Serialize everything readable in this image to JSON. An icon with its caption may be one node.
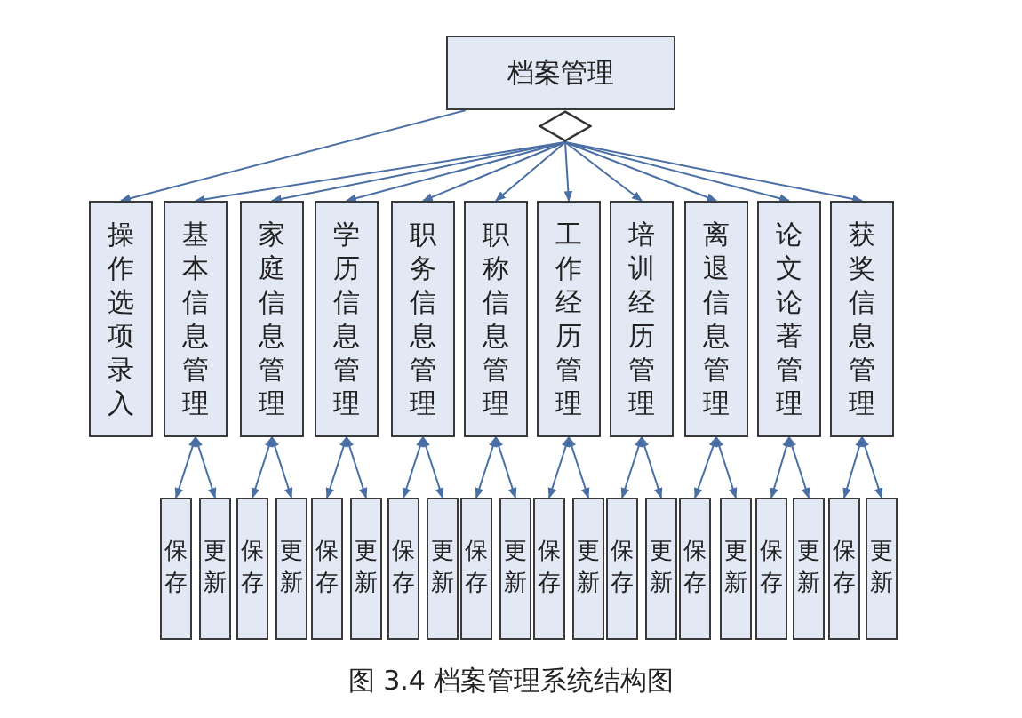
{
  "diagram": {
    "caption": "图 3.4 档案管理系统结构图",
    "nodes": [
      {
        "text": [
          "档案管理"
        ]
      },
      {
        "text": [],
        "shape": "diamond"
      },
      {
        "text": [
          "操作选项录入"
        ]
      },
      {
        "text": [
          "基本信息管理"
        ]
      },
      {
        "text": [
          "家庭信息管理"
        ]
      },
      {
        "text": [
          "学历信息管理"
        ]
      },
      {
        "text": [
          "职务信息管理"
        ]
      },
      {
        "text": [
          "职称信息管理"
        ]
      },
      {
        "text": [
          "工作经历管理"
        ]
      },
      {
        "text": [
          "培训经历管理"
        ]
      },
      {
        "text": [
          "离退信息管理"
        ]
      },
      {
        "text": [
          "论文论著管理"
        ]
      },
      {
        "text": [
          "获奖信息管理"
        ]
      },
      {
        "text": [
          "保存"
        ]
      },
      {
        "text": [
          "更新"
        ]
      },
      {
        "text": [
          "保存"
        ]
      },
      {
        "text": [
          "更新"
        ]
      },
      {
        "text": [
          "保存"
        ]
      },
      {
        "text": [
          "更新"
        ]
      },
      {
        "text": [
          "保存"
        ]
      },
      {
        "text": [
          "更新"
        ]
      },
      {
        "text": [
          "保存"
        ]
      },
      {
        "text": [
          "更新"
        ]
      },
      {
        "text": [
          "保存"
        ]
      },
      {
        "text": [
          "更新"
        ]
      },
      {
        "text": [
          "保存"
        ]
      },
      {
        "text": [
          "更新"
        ]
      },
      {
        "text": [
          "保存"
        ]
      },
      {
        "text": [
          "更新"
        ]
      },
      {
        "text": [
          "保存"
        ]
      },
      {
        "text": [
          "更新"
        ]
      },
      {
        "text": [
          "保存"
        ]
      },
      {
        "text": [
          "更新"
        ]
      }
    ],
    "edges": [
      {
        "from": 0,
        "to": 2,
        "arrow": "to"
      },
      {
        "from": 1,
        "to": 3,
        "arrow": "to"
      },
      {
        "from": 1,
        "to": 4,
        "arrow": "to"
      },
      {
        "from": 1,
        "to": 5,
        "arrow": "to"
      },
      {
        "from": 1,
        "to": 6,
        "arrow": "to"
      },
      {
        "from": 1,
        "to": 7,
        "arrow": "to"
      },
      {
        "from": 1,
        "to": 8,
        "arrow": "to"
      },
      {
        "from": 1,
        "to": 9,
        "arrow": "to"
      },
      {
        "from": 1,
        "to": 10,
        "arrow": "to"
      },
      {
        "from": 1,
        "to": 11,
        "arrow": "to"
      },
      {
        "from": 1,
        "to": 12,
        "arrow": "to"
      },
      {
        "from": 3,
        "to": 13,
        "arrow": "both"
      },
      {
        "from": 3,
        "to": 14,
        "arrow": "both"
      },
      {
        "from": 4,
        "to": 15,
        "arrow": "both"
      },
      {
        "from": 4,
        "to": 16,
        "arrow": "both"
      },
      {
        "from": 5,
        "to": 17,
        "arrow": "both"
      },
      {
        "from": 5,
        "to": 18,
        "arrow": "both"
      },
      {
        "from": 6,
        "to": 19,
        "arrow": "both"
      },
      {
        "from": 6,
        "to": 20,
        "arrow": "both"
      },
      {
        "from": 7,
        "to": 21,
        "arrow": "both"
      },
      {
        "from": 7,
        "to": 22,
        "arrow": "both"
      },
      {
        "from": 8,
        "to": 23,
        "arrow": "both"
      },
      {
        "from": 8,
        "to": 24,
        "arrow": "both"
      },
      {
        "from": 9,
        "to": 25,
        "arrow": "both"
      },
      {
        "from": 9,
        "to": 26,
        "arrow": "both"
      },
      {
        "from": 10,
        "to": 27,
        "arrow": "both"
      },
      {
        "from": 10,
        "to": 28,
        "arrow": "both"
      },
      {
        "from": 11,
        "to": 29,
        "arrow": "both"
      },
      {
        "from": 11,
        "to": 30,
        "arrow": "both"
      },
      {
        "from": 12,
        "to": 31,
        "arrow": "both"
      },
      {
        "from": 12,
        "to": 32,
        "arrow": "both"
      }
    ]
  }
}
